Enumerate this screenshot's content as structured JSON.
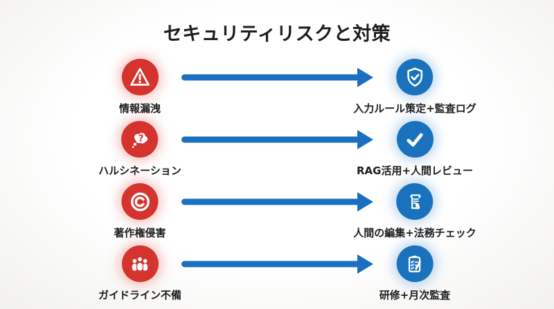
{
  "title": "セキュリティリスクと対策",
  "colors": {
    "risk-red": "#d5332e",
    "measure-blue": "#1b72bc",
    "arrow-blue": "#1a6fc0",
    "text-dark": "#1c1c1c"
  },
  "rows": [
    {
      "risk": {
        "label": "情報漏洩",
        "icon": "warning-triangle-icon"
      },
      "arrow": {
        "icon": "arrow-right-icon"
      },
      "measure": {
        "label": "入力ルール策定+監査ログ",
        "icon": "shield-check-icon"
      }
    },
    {
      "risk": {
        "label": "ハルシネーション",
        "icon": "thought-bubble-question-icon"
      },
      "arrow": {
        "icon": "arrow-right-icon"
      },
      "measure": {
        "label": "RAG活用+人間レビュー",
        "icon": "checkmark-icon"
      }
    },
    {
      "risk": {
        "label": "著作権侵害",
        "icon": "copyright-icon"
      },
      "arrow": {
        "icon": "arrow-right-icon"
      },
      "measure": {
        "label": "人間の編集+法務チェック",
        "icon": "certificate-scroll-icon"
      }
    },
    {
      "risk": {
        "label": "ガイドライン不備",
        "icon": "people-group-icon"
      },
      "arrow": {
        "icon": "arrow-right-icon"
      },
      "measure": {
        "label": "研修+月次監査",
        "icon": "clipboard-checklist-icon"
      }
    }
  ]
}
